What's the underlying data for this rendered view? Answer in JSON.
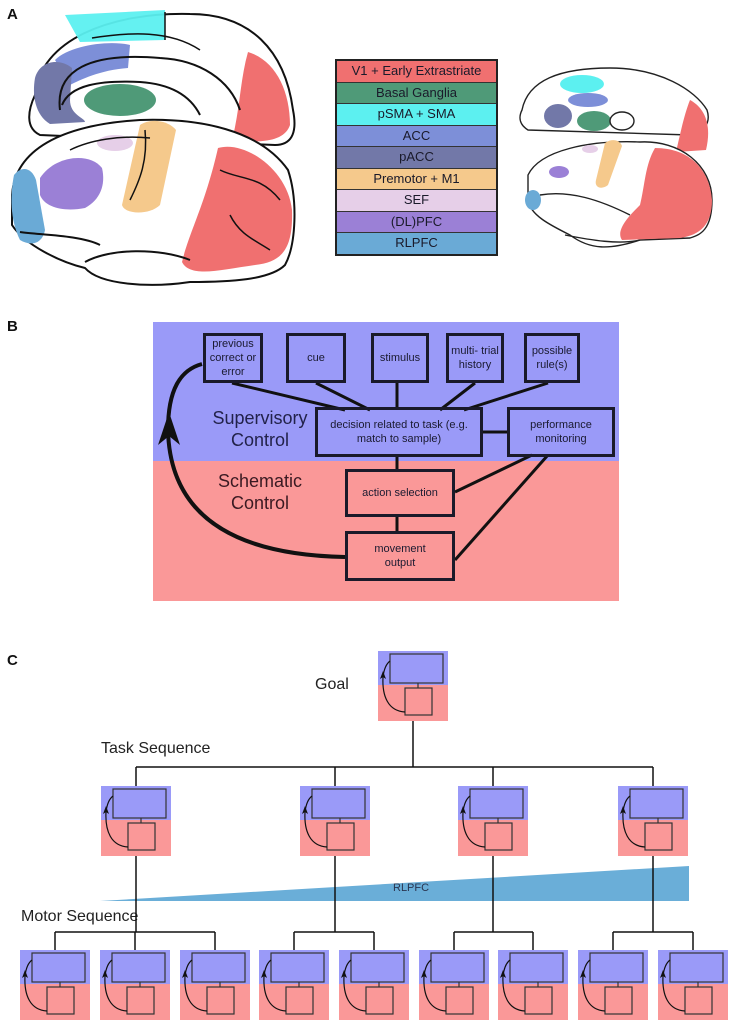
{
  "panels": {
    "A": {
      "letter": "A",
      "legend": [
        {
          "label": "V1 + Early Extrastriate",
          "color": "#f07070"
        },
        {
          "label": "Basal Ganglia",
          "color": "#4f9a78"
        },
        {
          "label": "pSMA + SMA",
          "color": "#5cf0f0"
        },
        {
          "label": "ACC",
          "color": "#7d8fd8"
        },
        {
          "label": "pACC",
          "color": "#7278a8"
        },
        {
          "label": "Premotor + M1",
          "color": "#f5c98c"
        },
        {
          "label": "SEF",
          "color": "#e6cfe8"
        },
        {
          "label": "(DL)PFC",
          "color": "#9b80d6"
        },
        {
          "label": "RLPFC",
          "color": "#6aaad6"
        }
      ],
      "brains": [
        "human-brain",
        "monkey-brain"
      ]
    },
    "B": {
      "letter": "B",
      "supervisory_label": "Supervisory\nControl",
      "schematic_label": "Schematic\nControl",
      "supervisory_color": "#9a9af8",
      "schematic_color": "#fa9898",
      "boxes": {
        "previous": "previous correct or error",
        "cue": "cue",
        "stimulus": "stimulus",
        "history": "multi- trial history",
        "rules": "possible rule(s)",
        "decision": "decision related to task (e.g. match to sample)",
        "monitoring": "performance monitoring",
        "action": "action selection",
        "movement": "movement output"
      }
    },
    "C": {
      "letter": "C",
      "goal_label": "Goal",
      "task_label": "Task Sequence",
      "motor_label": "Motor Sequence",
      "gradient_label": "RLPFC",
      "gradient_color": "#6aaed8",
      "task_units": 4,
      "motor_groups": [
        3,
        2,
        2,
        2
      ]
    }
  }
}
